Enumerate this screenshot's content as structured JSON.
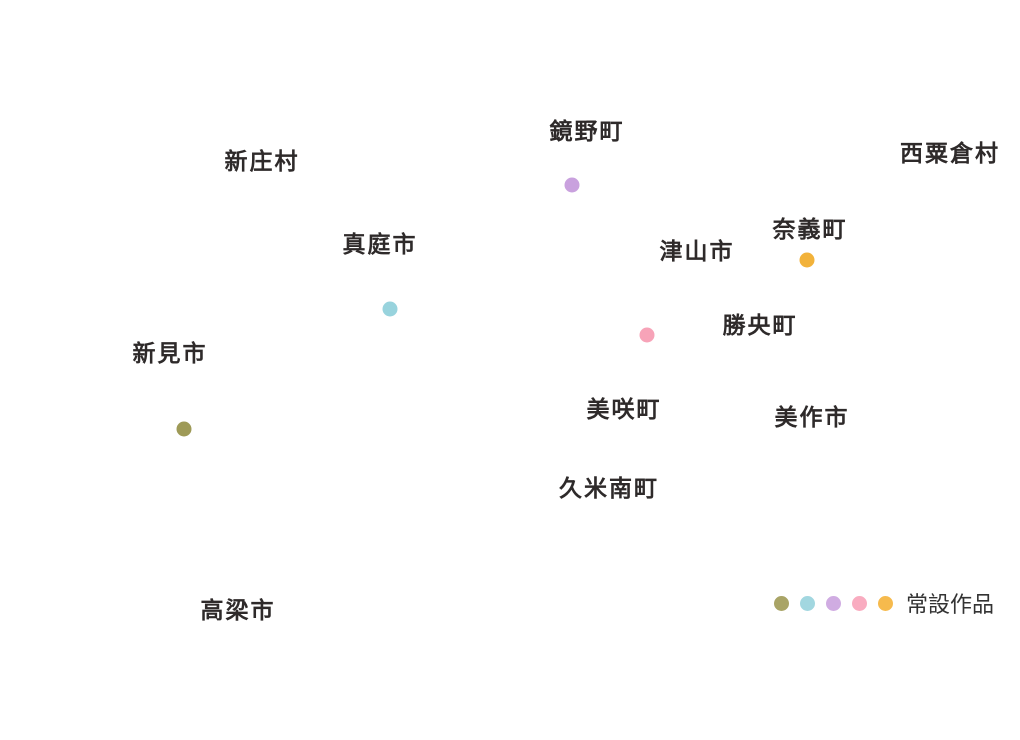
{
  "places": [
    {
      "name": "新庄村"
    },
    {
      "name": "鏡野町"
    },
    {
      "name": "西粟倉村"
    },
    {
      "name": "真庭市"
    },
    {
      "name": "津山市"
    },
    {
      "name": "奈義町"
    },
    {
      "name": "勝央町"
    },
    {
      "name": "新見市"
    },
    {
      "name": "美咲町"
    },
    {
      "name": "美作市"
    },
    {
      "name": "久米南町"
    },
    {
      "name": "高梁市"
    }
  ],
  "markers": [
    {
      "place": "鏡野町",
      "color": "#c9a1de"
    },
    {
      "place": "奈義町",
      "color": "#f2b23a"
    },
    {
      "place": "真庭市",
      "color": "#98d3dd"
    },
    {
      "place": "勝央町",
      "color": "#f7a3b8"
    },
    {
      "place": "新見市",
      "color": "#9e9a57"
    }
  ],
  "legend": {
    "label": "常設作品",
    "colors": [
      "#a9a466",
      "#a2d7e0",
      "#d0ace2",
      "#f9acc0",
      "#f6ba4d"
    ]
  }
}
